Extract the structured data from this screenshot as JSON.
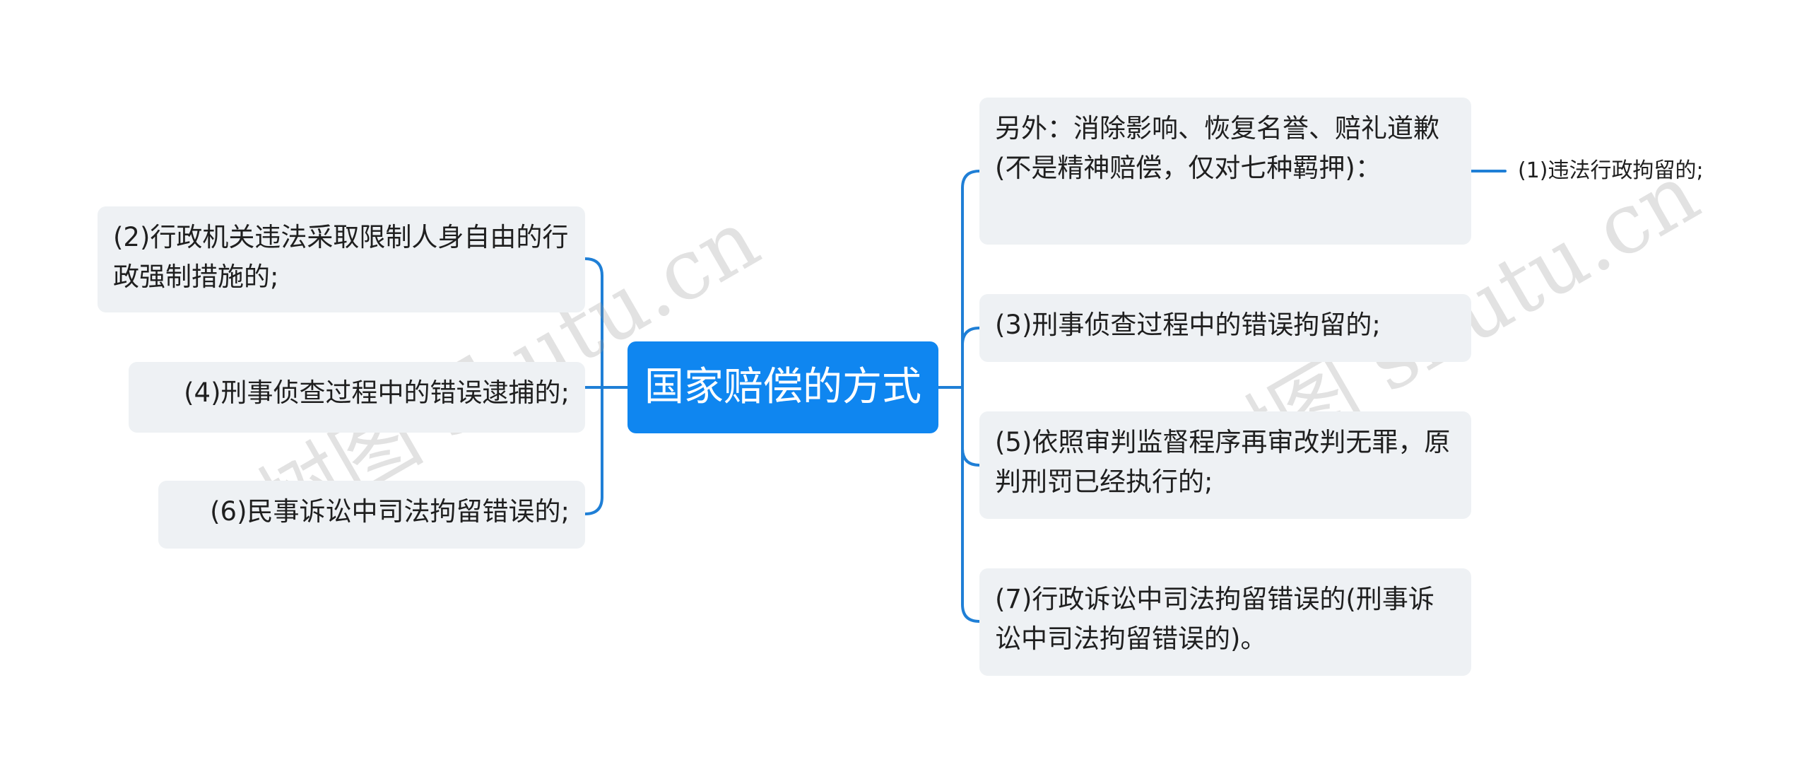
{
  "root": {
    "label": "国家赔偿的方式"
  },
  "left_nodes": [
    {
      "label": "(2)行政机关违法采取限制人身自由的行政强制措施的;"
    },
    {
      "label": "(4)刑事侦查过程中的错误逮捕的;"
    },
    {
      "label": "(6)民事诉讼中司法拘留错误的;"
    }
  ],
  "right_nodes": [
    {
      "label": "另外：消除影响、恢复名誉、赔礼道歉(不是精神赔偿，仅对七种羁押)："
    },
    {
      "label": "(3)刑事侦查过程中的错误拘留的;"
    },
    {
      "label": "(5)依照审判监督程序再审改判无罪，原判刑罚已经执行的;"
    },
    {
      "label": "(7)行政诉讼中司法拘留错误的(刑事诉讼中司法拘留错误的)。"
    }
  ],
  "sub_leaf": {
    "label": "(1)违法行政拘留的;"
  },
  "watermark": {
    "text": "树图 shutu.cn"
  },
  "colors": {
    "accent": "#0f86f0",
    "link": "#1f7fd6",
    "node_bg": "#eef1f4"
  }
}
